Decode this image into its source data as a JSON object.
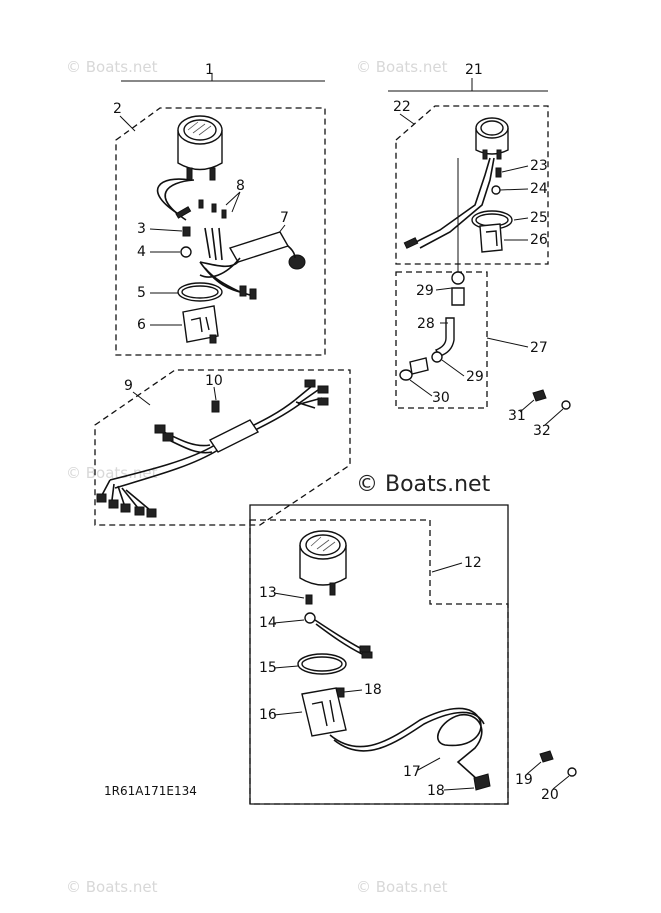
{
  "watermarks": {
    "corner": "© Boats.net",
    "center": "© Boats.net"
  },
  "diagram_code": "1R61A171E134",
  "callouts": {
    "c1": "1",
    "c2": "2",
    "c3": "3",
    "c4": "4",
    "c5": "5",
    "c6": "6",
    "c7": "7",
    "c8": "8",
    "c9": "9",
    "c10": "10",
    "c12": "12",
    "c13": "13",
    "c14": "14",
    "c15": "15",
    "c16": "16",
    "c17": "17",
    "c18a": "18",
    "c18b": "18",
    "c19": "19",
    "c20": "20",
    "c21": "21",
    "c22": "22",
    "c23": "23",
    "c24": "24",
    "c25": "25",
    "c26": "26",
    "c27": "27",
    "c28": "28",
    "c29a": "29",
    "c29b": "29",
    "c30": "30",
    "c31": "31",
    "c32": "32"
  },
  "colors": {
    "line": "#111111",
    "watermark": "#d8d8d8",
    "background": "#ffffff"
  }
}
